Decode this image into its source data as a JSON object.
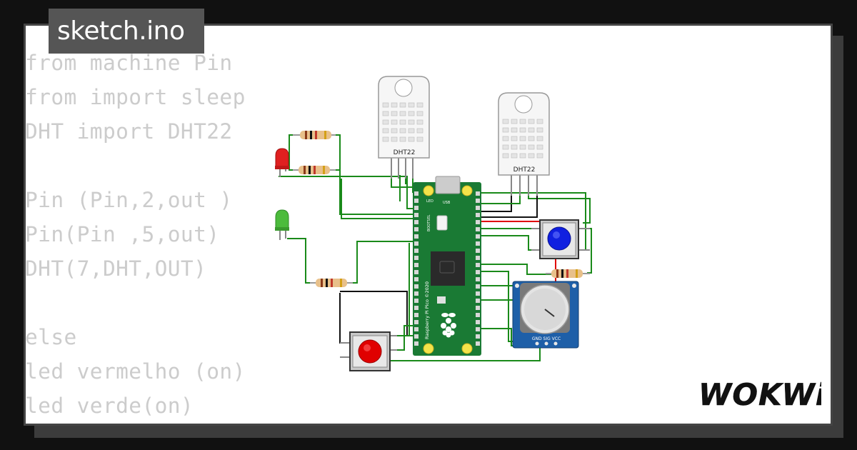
{
  "header": {
    "file_name": "sketch.ino"
  },
  "code_lines": [
    "from machine Pin",
    "from import sleep",
    "DHT import DHT22",
    "",
    "Pin (Pin,2,out )",
    "Pin(Pin ,5,out)",
    "DHT(7,DHT,OUT)",
    "",
    "else",
    "led vermelho (on)",
    "led verde(on)"
  ],
  "circuit": {
    "sensor_1_label": "DHT22",
    "sensor_2_label": "DHT22",
    "board_silkscreen": "Raspberry Pi Pico ©2020",
    "usb_label": "USB",
    "led_label": "LED",
    "bootsel_label": "BOOTSEL",
    "pot_pins_label": "GND SIG VCC",
    "led_red_color": "#e02020",
    "led_green_color": "#4cbb3c",
    "button_red_color": "#e00000",
    "button_blue_color": "#1020e0",
    "board_color": "#1a7a34"
  },
  "brand": {
    "logo_text": "WOKWi"
  }
}
